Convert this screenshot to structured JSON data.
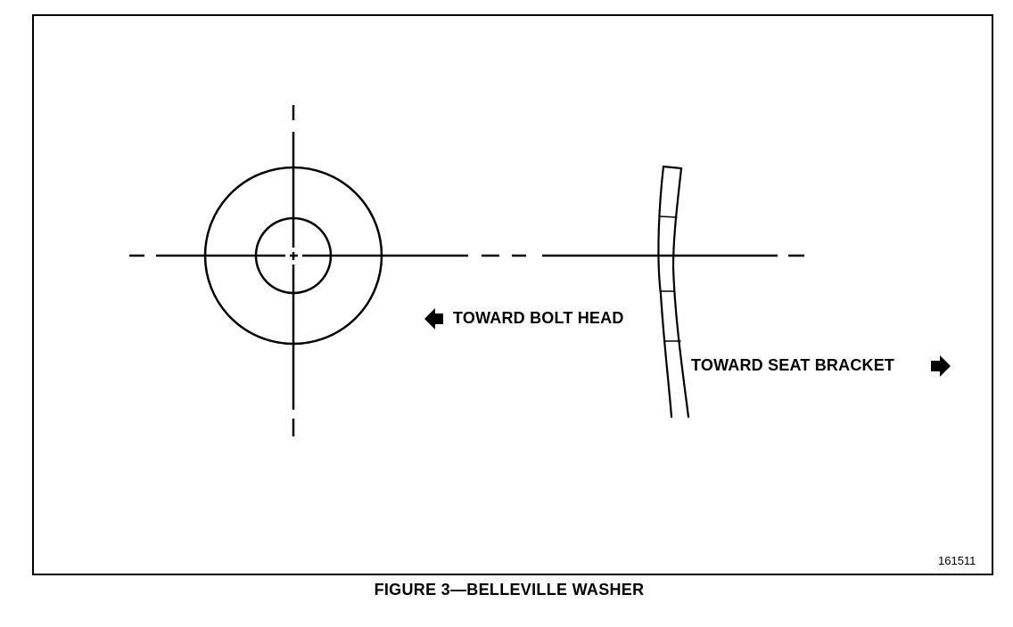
{
  "figure": {
    "label_toward_bolt_head": "TOWARD BOLT HEAD",
    "label_toward_seat_bracket": "TOWARD SEAT BRACKET",
    "figure_number": "161511",
    "caption": "FIGURE 3—BELLEVILLE WASHER"
  },
  "colors": {
    "ink": "#000000",
    "paper": "#ffffff"
  },
  "icons": {
    "left_arrow": "left-arrow-icon",
    "right_arrow": "right-arrow-icon"
  }
}
